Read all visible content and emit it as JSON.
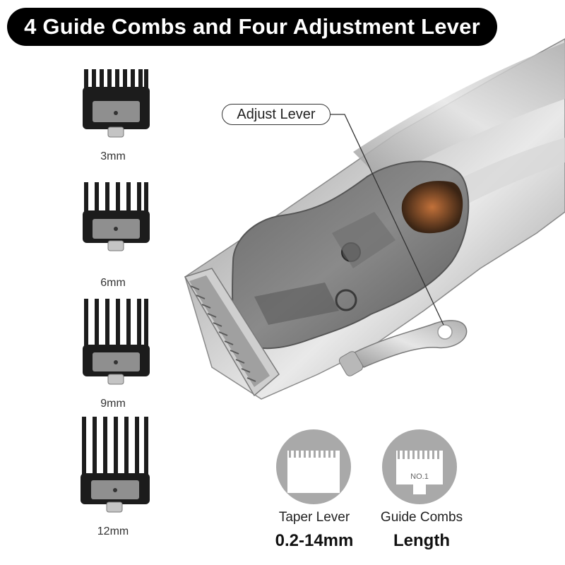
{
  "title": "4 Guide Combs and Four Adjustment Lever",
  "combs": [
    {
      "label": "3mm"
    },
    {
      "label": "6mm"
    },
    {
      "label": "9mm"
    },
    {
      "label": "12mm"
    }
  ],
  "callout": {
    "label": "Adjust Lever"
  },
  "features": [
    {
      "label": "Taper Lever",
      "value": "0.2-14mm",
      "icon": "taper-blade-icon"
    },
    {
      "label": "Guide Combs",
      "value": "Length",
      "icon": "guide-comb-icon",
      "badge": "NO.1"
    }
  ],
  "colors": {
    "banner": "#000000",
    "icon_circle": "#a9a9a9",
    "comb": "#1c1c1c"
  }
}
